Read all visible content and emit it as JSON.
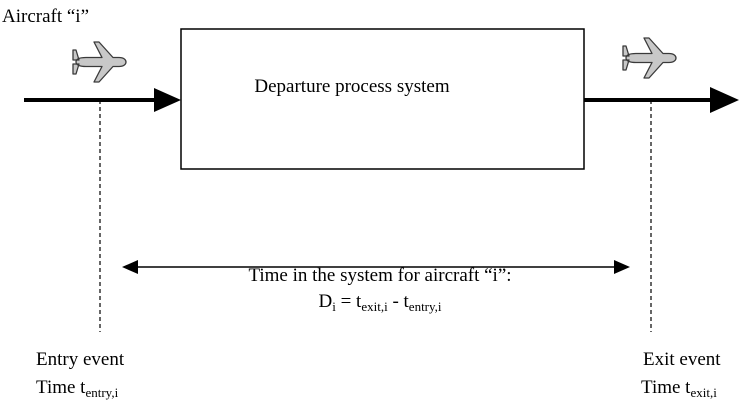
{
  "diagram": {
    "aircraft_label": "Aircraft “i”",
    "box_label": "Departure process system",
    "time_caption": "Time in the system for aircraft “i”:",
    "formula": {
      "lhs": "D",
      "lhs_sub": "i",
      "eq": " = t",
      "exit_sub": "exit,i",
      "minus": " - t",
      "entry_sub": "entry,i"
    },
    "entry_event": {
      "line1": "Entry event",
      "line2_prefix": "Time t",
      "line2_sub": "entry,i"
    },
    "exit_event": {
      "line1": "Exit event",
      "line2_prefix": "Time t",
      "line2_sub": "exit,i"
    },
    "icons": [
      "airplane-icon",
      "airplane-icon"
    ],
    "colors": {
      "line": "#000000",
      "airplane_fill": "#c8c8c8",
      "airplane_stroke": "#3a3a3a"
    }
  }
}
